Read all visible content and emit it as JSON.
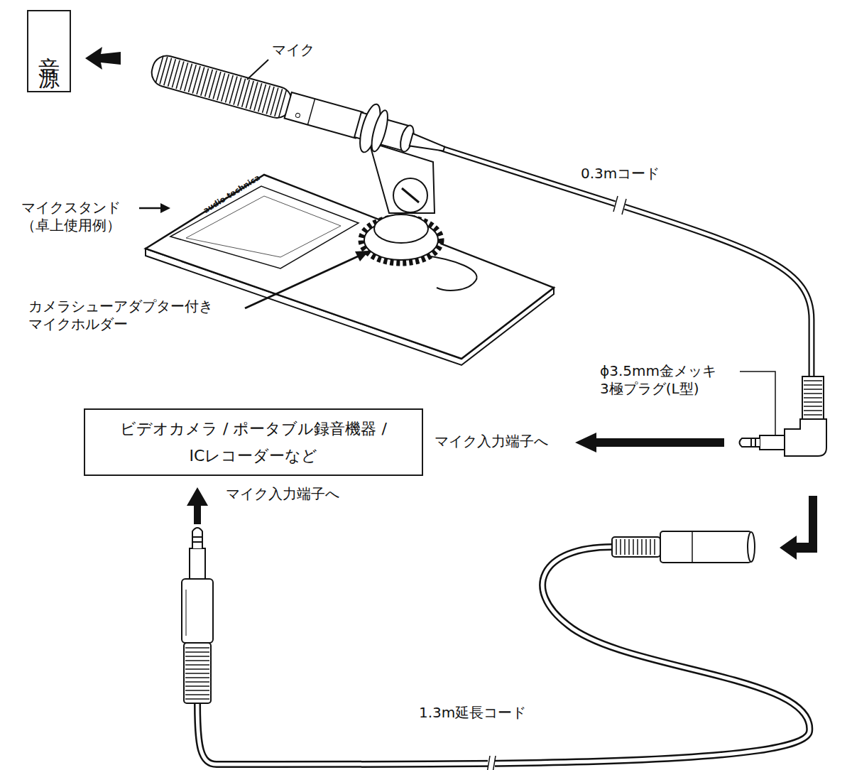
{
  "diagram": {
    "nodes": [
      {
        "text": [
          "音源"
        ]
      },
      {
        "text": [
          "ビデオカメラ / ポータブル録音機器 / ICレコーダーなど"
        ]
      }
    ],
    "labels": [
      "マイク",
      "0.3mコード",
      "マイクスタンド （卓上使用例）",
      "audio-technica",
      "カメラシューアダプター付き マイクホルダー",
      "ϕ3.5mm金メッキ 3極プラグ(L型)",
      "マイク入力端子へ",
      "マイク入力端子へ",
      "1.3m延長コード"
    ]
  }
}
